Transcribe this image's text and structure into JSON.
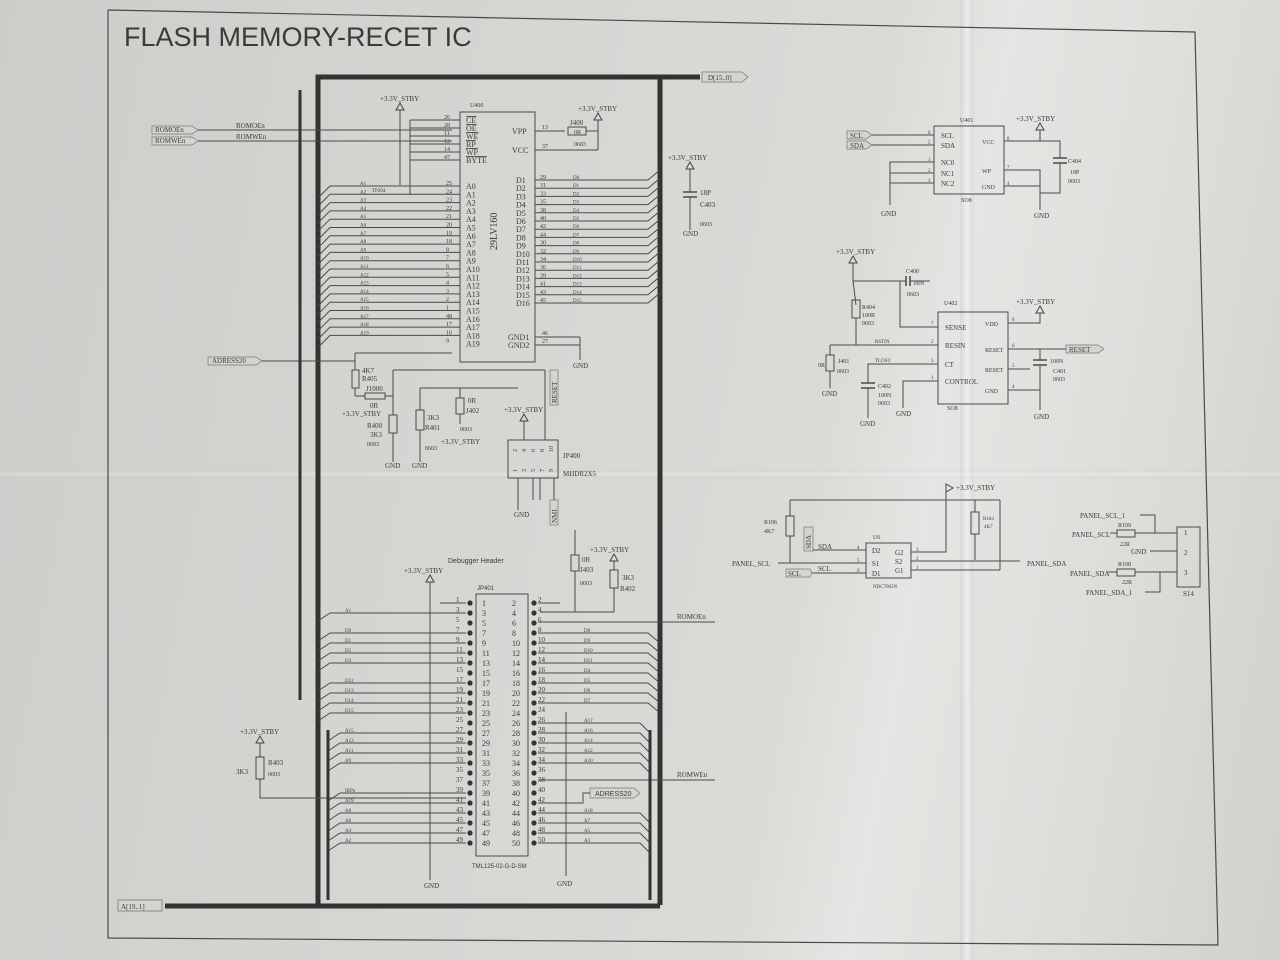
{
  "title": "FLASH MEMORY-RECET IC",
  "bus_labels": {
    "data_bus": "D[15..0]",
    "address_bus": "A[19..1]"
  },
  "power": "+3.3V_STBY",
  "gnd": "GND",
  "flash": {
    "ref": "U400",
    "part": "29LV160",
    "ctrl_pins": [
      {
        "num": "26",
        "name": "CE"
      },
      {
        "num": "28",
        "name": "OE"
      },
      {
        "num": "11",
        "name": "WE"
      },
      {
        "num": "12",
        "name": "RP"
      },
      {
        "num": "14",
        "name": "WP"
      },
      {
        "num": "47",
        "name": "BYTE"
      }
    ],
    "addr_pins": [
      {
        "num": "25",
        "name": "A0",
        "net": "A1"
      },
      {
        "num": "24",
        "name": "A1",
        "net": "A2"
      },
      {
        "num": "23",
        "name": "A2",
        "net": "A3"
      },
      {
        "num": "22",
        "name": "A3",
        "net": "A4"
      },
      {
        "num": "21",
        "name": "A4",
        "net": "A5"
      },
      {
        "num": "20",
        "name": "A5",
        "net": "A6"
      },
      {
        "num": "19",
        "name": "A6",
        "net": "A7"
      },
      {
        "num": "18",
        "name": "A7",
        "net": "A8"
      },
      {
        "num": "8",
        "name": "A8",
        "net": "A9"
      },
      {
        "num": "7",
        "name": "A9",
        "net": "A10"
      },
      {
        "num": "6",
        "name": "A10",
        "net": "A11"
      },
      {
        "num": "5",
        "name": "A11",
        "net": "A12"
      },
      {
        "num": "4",
        "name": "A12",
        "net": "A13"
      },
      {
        "num": "3",
        "name": "A13",
        "net": "A14"
      },
      {
        "num": "2",
        "name": "A14",
        "net": "A15"
      },
      {
        "num": "1",
        "name": "A15",
        "net": "A16"
      },
      {
        "num": "48",
        "name": "A16",
        "net": "A17"
      },
      {
        "num": "17",
        "name": "A17",
        "net": "A18"
      },
      {
        "num": "16",
        "name": "A18",
        "net": "A19"
      },
      {
        "num": "9",
        "name": "A19",
        "net": ""
      }
    ],
    "power_pins": [
      {
        "num": "13",
        "name": "VPP"
      },
      {
        "num": "37",
        "name": "VCC"
      }
    ],
    "data_pins": [
      {
        "num": "29",
        "name": "D1",
        "net": "D0"
      },
      {
        "num": "31",
        "name": "D2",
        "net": "D1"
      },
      {
        "num": "33",
        "name": "D3",
        "net": "D2"
      },
      {
        "num": "35",
        "name": "D4",
        "net": "D3"
      },
      {
        "num": "38",
        "name": "D5",
        "net": "D4"
      },
      {
        "num": "40",
        "name": "D6",
        "net": "D5"
      },
      {
        "num": "42",
        "name": "D7",
        "net": "D6"
      },
      {
        "num": "44",
        "name": "D8",
        "net": "D7"
      },
      {
        "num": "30",
        "name": "D9",
        "net": "D8"
      },
      {
        "num": "32",
        "name": "D10",
        "net": "D9"
      },
      {
        "num": "34",
        "name": "D11",
        "net": "D10"
      },
      {
        "num": "36",
        "name": "D12",
        "net": "D11"
      },
      {
        "num": "39",
        "name": "D13",
        "net": "D12"
      },
      {
        "num": "41",
        "name": "D14",
        "net": "D13"
      },
      {
        "num": "43",
        "name": "D15",
        "net": "D14"
      },
      {
        "num": "45",
        "name": "D16",
        "net": "D15"
      }
    ],
    "gnd_pins": [
      {
        "num": "46",
        "name": "GND1"
      },
      {
        "num": "27",
        "name": "GND2"
      }
    ],
    "tp_label": "TP204"
  },
  "ports": {
    "romoe": "ROMOEn",
    "romwe": "ROMWEn",
    "adress20": "ADRESS20",
    "reset": "RESET",
    "nmi": "NMI",
    "scl": "SCL",
    "sda": "SDA",
    "panel_scl": "PANEL_SCL",
    "panel_sda": "PANEL_SDA",
    "panel_scl_1": "PANEL_SCL_1",
    "panel_sda_1": "PANEL_SDA_1"
  },
  "components": {
    "j400": {
      "ref": "J400",
      "value": "0R",
      "pkg": "0603"
    },
    "c403": {
      "ref": "C403",
      "value": "18P",
      "pkg": "0603"
    },
    "r405": {
      "ref": "R405",
      "value": "4K7"
    },
    "j1000": {
      "ref": "J1000",
      "value": "0R"
    },
    "r400": {
      "ref": "R400",
      "value": "3K3",
      "pkg": "0603"
    },
    "r401": {
      "ref": "R401",
      "value": "3K3",
      "pkg": "0603"
    },
    "j402": {
      "ref": "J402",
      "value": "0R",
      "pkg": "0603"
    },
    "jp400": {
      "ref": "JP400",
      "part": "MHDR2X5",
      "pins_top": [
        "2",
        "4",
        "6",
        "8",
        "10"
      ],
      "pins_bottom": [
        "1",
        "3",
        "5",
        "7",
        "9"
      ]
    },
    "j403": {
      "ref": "J403",
      "value": "0R",
      "pkg": "0603"
    },
    "r402": {
      "ref": "R402",
      "value": "3K3"
    },
    "r403": {
      "ref": "R403",
      "value": "3K3",
      "pkg": "0603"
    },
    "eeprom": {
      "ref": "U401",
      "footprint": "SO8",
      "left_pins": [
        {
          "num": "6",
          "name": "SCL"
        },
        {
          "num": "5",
          "name": "SDA"
        },
        {
          "num": "1",
          "name": "NC0"
        },
        {
          "num": "2",
          "name": "NC1"
        },
        {
          "num": "3",
          "name": "NC2"
        }
      ],
      "right_pins": [
        {
          "num": "8",
          "name": "VCC"
        },
        {
          "num": "7",
          "name": "WP"
        },
        {
          "num": "4",
          "name": "GND"
        }
      ]
    },
    "c404": {
      "ref": "C404",
      "value": "18P",
      "pkg": "0603"
    },
    "reset_ic": {
      "ref": "U402",
      "footprint": "SO8",
      "left_pins": [
        {
          "num": "7",
          "name": "SENSE"
        },
        {
          "num": "2",
          "name": "RESIN"
        },
        {
          "num": "3",
          "name": "CT"
        },
        {
          "num": "1",
          "name": "CONTROL"
        }
      ],
      "right_pins": [
        {
          "num": "8",
          "name": "VDD"
        },
        {
          "num": "6",
          "name": "RESET"
        },
        {
          "num": "5",
          "name": "RESET"
        },
        {
          "num": "4",
          "name": "GND"
        }
      ]
    },
    "c400": {
      "ref": "C400",
      "value": "100N",
      "pkg": "0603"
    },
    "r404": {
      "ref": "R404",
      "value": "100R",
      "pkg": "0603"
    },
    "j401": {
      "ref": "J401",
      "value": "0R",
      "pkg": "0603"
    },
    "c402": {
      "ref": "C402",
      "value": "100N",
      "pkg": "0603"
    },
    "c401": {
      "ref": "C401",
      "value": "100N",
      "pkg": "0603"
    },
    "net_rstin": "RSTIN",
    "net_tlost": "TLOST",
    "r106": {
      "ref": "R106",
      "value": "4K7"
    },
    "r107": {
      "ref": "R184",
      "value": "4K7"
    },
    "q6": {
      "ref": "U6",
      "part": "NDC7002N",
      "left_pins": [
        {
          "num": "4",
          "name": "D2"
        },
        {
          "num": "5",
          "name": "S1"
        },
        {
          "num": "6",
          "name": "D1"
        }
      ],
      "right_pins": [
        {
          "num": "3",
          "name": "G2"
        },
        {
          "num": "2",
          "name": "S2"
        },
        {
          "num": "1",
          "name": "G1"
        }
      ]
    },
    "r109": {
      "ref": "R109",
      "value": "22R"
    },
    "r108": {
      "ref": "R108",
      "value": "22R"
    },
    "s14": {
      "ref": "S14",
      "pins": [
        "1",
        "2",
        "3"
      ]
    }
  },
  "debugger": {
    "label": "Debugger Header",
    "ref": "JP401",
    "part": "TML125-02-G-D-SM",
    "left_nets": [
      "",
      "A1",
      "",
      "D0",
      "D1",
      "D2",
      "D3",
      "",
      "D12",
      "D13",
      "D14",
      "D15",
      "",
      "A15",
      "A13",
      "A11",
      "A9",
      "",
      "",
      "IRPn",
      "A19",
      "A8",
      "A6",
      "A4",
      "A2"
    ],
    "right_nets": [
      "",
      "",
      "ROMOEn",
      "D8",
      "D9",
      "D10",
      "D11",
      "D4",
      "D5",
      "D6",
      "D7",
      "",
      "A17",
      "A16",
      "A14",
      "A12",
      "A10",
      "",
      "ROMWEn",
      "ADRESS20",
      "",
      "A18",
      "A7",
      "A5",
      "A3"
    ]
  }
}
